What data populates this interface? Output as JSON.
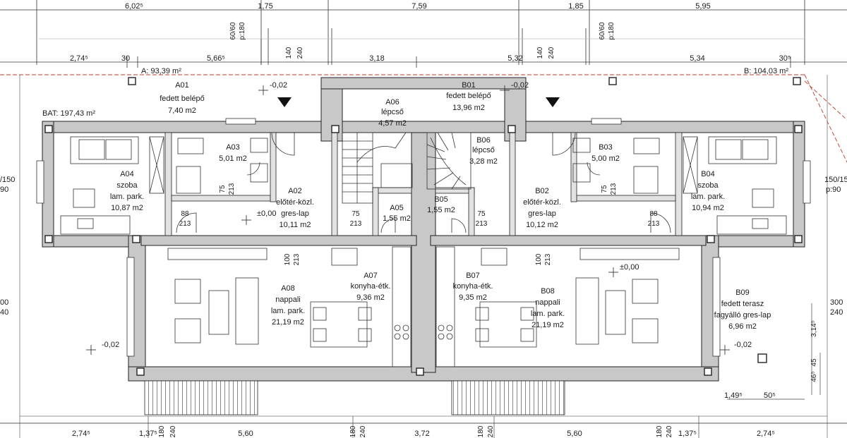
{
  "top_dims": {
    "outer": [
      "6,02⁵",
      "1,75",
      "7,59",
      "1,85",
      "5,95"
    ],
    "second": [
      "2,74⁵",
      "30",
      "5,66⁵",
      "3,18",
      "5,32",
      "5,34",
      "30⁵"
    ],
    "vertical_small": [
      "140",
      "240",
      "140",
      "240"
    ],
    "window_tags": [
      "60/60",
      "p:180",
      "60/60",
      "p:180"
    ]
  },
  "areas": {
    "a_total": "A: 93,39 m²",
    "b_total": "B: 104,03 m²",
    "bat": "BAT: 197,43 m²"
  },
  "rooms": [
    {
      "code": "A01",
      "name": "fedett belépő",
      "area": "7,40 m2"
    },
    {
      "code": "A06",
      "name": "lépcső",
      "area": "4,57 m2"
    },
    {
      "code": "B01",
      "name": "fedett belépő",
      "area": "13,96 m2"
    },
    {
      "code": "A03",
      "name": "",
      "area": "5,01 m2"
    },
    {
      "code": "B06",
      "name": "lépcső",
      "area": "3,28 m2"
    },
    {
      "code": "B03",
      "name": "",
      "area": "5,00 m2"
    },
    {
      "code": "A04",
      "name": "szoba",
      "name2": "lam. park.",
      "area": "10,87 m2"
    },
    {
      "code": "A02",
      "name": "előtér-közl.",
      "name2": "gres-lap",
      "area": "10,11 m2"
    },
    {
      "code": "A05",
      "name": "",
      "area": "1,55 m2"
    },
    {
      "code": "B05",
      "name": "",
      "area": "1,55 m2"
    },
    {
      "code": "B02",
      "name": "előtér-közl.",
      "name2": "gres-lap",
      "area": "10,12 m2"
    },
    {
      "code": "B04",
      "name": "szoba",
      "name2": "lam. park.",
      "area": "10,94 m2"
    },
    {
      "code": "A07",
      "name": "konyha-étk.",
      "area": "9,36 m2"
    },
    {
      "code": "B07",
      "name": "konyha-étk.",
      "area": "9,35 m2"
    },
    {
      "code": "A08",
      "name": "nappali",
      "name2": "lam. park.",
      "area": "21,19 m2"
    },
    {
      "code": "B08",
      "name": "nappali",
      "name2": "lam. park.",
      "area": "21,19 m2"
    },
    {
      "code": "B09",
      "name": "fedett terasz",
      "name2": "fagyálló gres-lap",
      "area": "6,96 m2"
    }
  ],
  "levels": {
    "a01": "-0,02",
    "b01": "-0,02",
    "a02": "±0,00",
    "b08": "±0,00",
    "left_garden": "-0,02",
    "right_garden": "-0,02"
  },
  "doors": [
    "75",
    "213",
    "88",
    "213",
    "75",
    "213",
    "75",
    "213",
    "88",
    "213",
    "75",
    "213",
    "100",
    "213",
    "100",
    "213"
  ],
  "side_dims": {
    "left": [
      "/150",
      "90",
      "00",
      "40"
    ],
    "right": [
      "150/15",
      "p:90",
      "300",
      "240",
      "3,14⁵",
      "45",
      "46⁵"
    ]
  },
  "terrace_dims": [
    "1,49⁵",
    "50⁵"
  ],
  "bottom_dims": [
    "2,74⁵",
    "1,37⁵",
    "180",
    "240",
    "5,60",
    "180",
    "240",
    "3,72",
    "180",
    "240",
    "5,60",
    "180",
    "240",
    "1,37⁵",
    "2,74⁵"
  ]
}
